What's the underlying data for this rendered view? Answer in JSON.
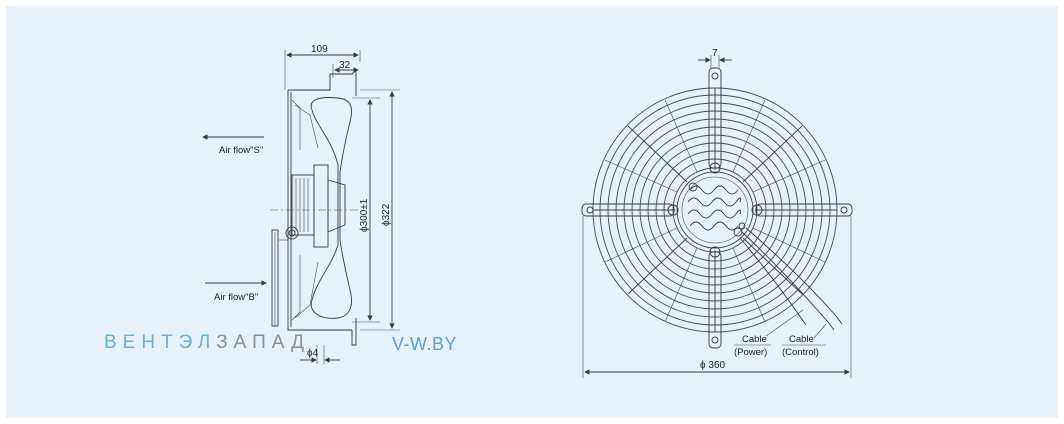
{
  "side_view": {
    "dim_width": "109",
    "dim_offset": "32",
    "dim_blade_dia": "ϕ300±1",
    "dim_outer_dia": "ϕ322",
    "dim_foot": "ϕ4",
    "airflow_s": "Air flow\"S\"",
    "airflow_b": "Air flow\"B\""
  },
  "front_view": {
    "dim_slot": "7",
    "dim_guard_dia": "ϕ 360",
    "cable_power_label": "Cable",
    "cable_power_sub": "(Power)",
    "cable_control_label": "Cable",
    "cable_control_sub": "(Control)"
  },
  "watermark": {
    "brand_part1": "ВЕНТЭЛ",
    "brand_part2": "ЗАПАД",
    "site": "V-W.BY"
  },
  "colors": {
    "background": "#e6f1f9",
    "line": "#3a3a3a",
    "watermark_blue": "#6aaede",
    "watermark_gray": "#8e8e8e"
  }
}
